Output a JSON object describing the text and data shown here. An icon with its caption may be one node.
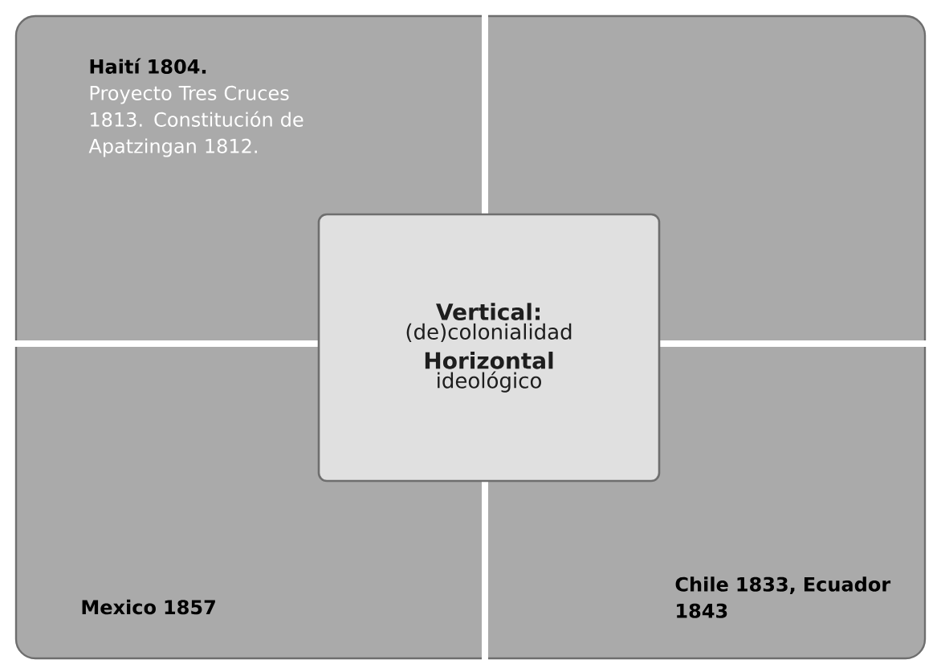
{
  "diagram": {
    "nodes": [
      {
        "text": [
          "Haití 1804.",
          "Proyecto Tres Cruces 1813. Constitución de Apatzingan 1812."
        ]
      },
      {
        "text": [],
        "shape": "box"
      },
      {
        "text": [
          "Mexico 1857"
        ]
      },
      {
        "text": [
          "Chile 1833, Ecuador 1843"
        ]
      },
      {
        "text": [
          "Vertical:",
          "(de)colonialidad",
          "Horizontal",
          "ideológico"
        ]
      }
    ]
  }
}
